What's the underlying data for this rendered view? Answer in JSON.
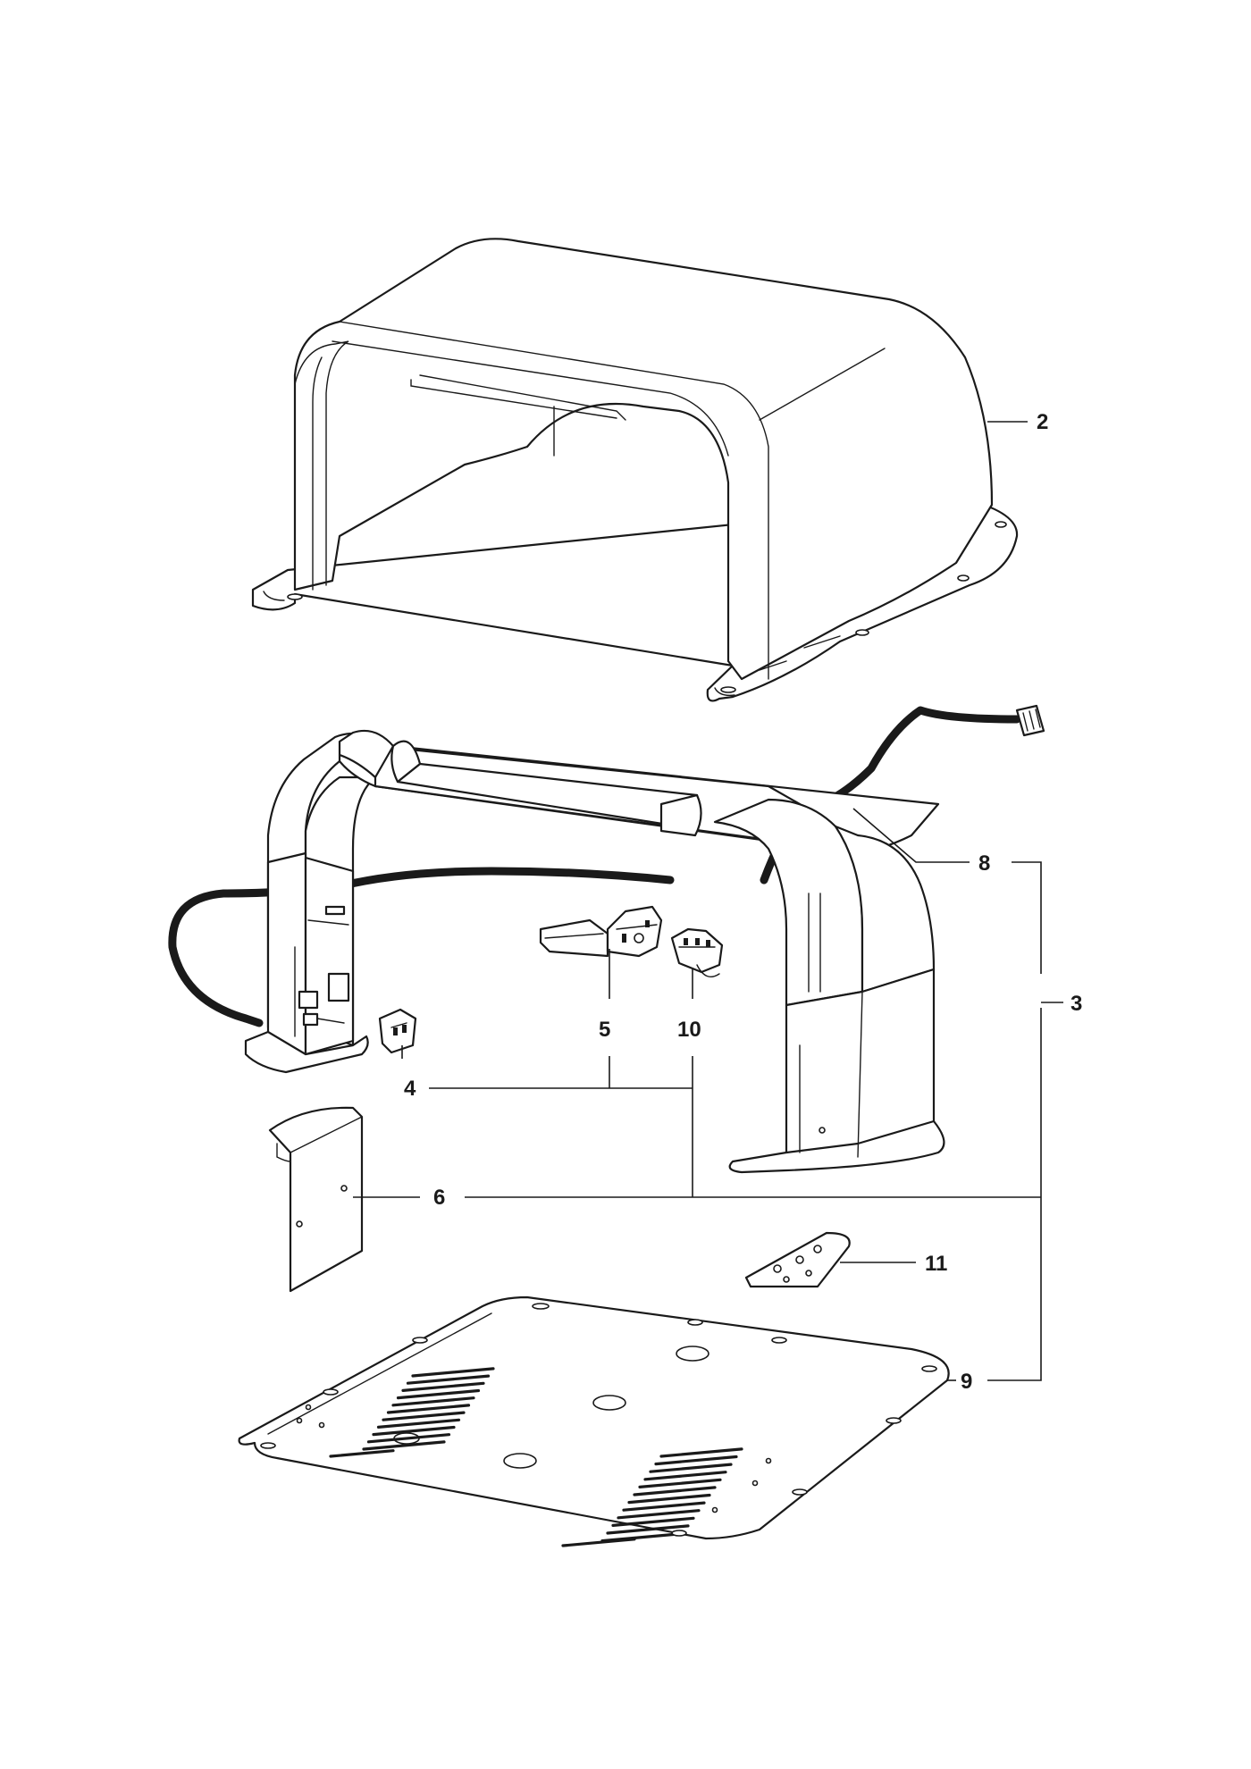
{
  "callouts": {
    "c2": "2",
    "c3": "3",
    "c4": "4",
    "c5": "5",
    "c6": "6",
    "c8": "8",
    "c9": "9",
    "c10": "10",
    "c11": "11"
  },
  "colors": {
    "line": "#1a1a1a",
    "background": "#ffffff"
  }
}
